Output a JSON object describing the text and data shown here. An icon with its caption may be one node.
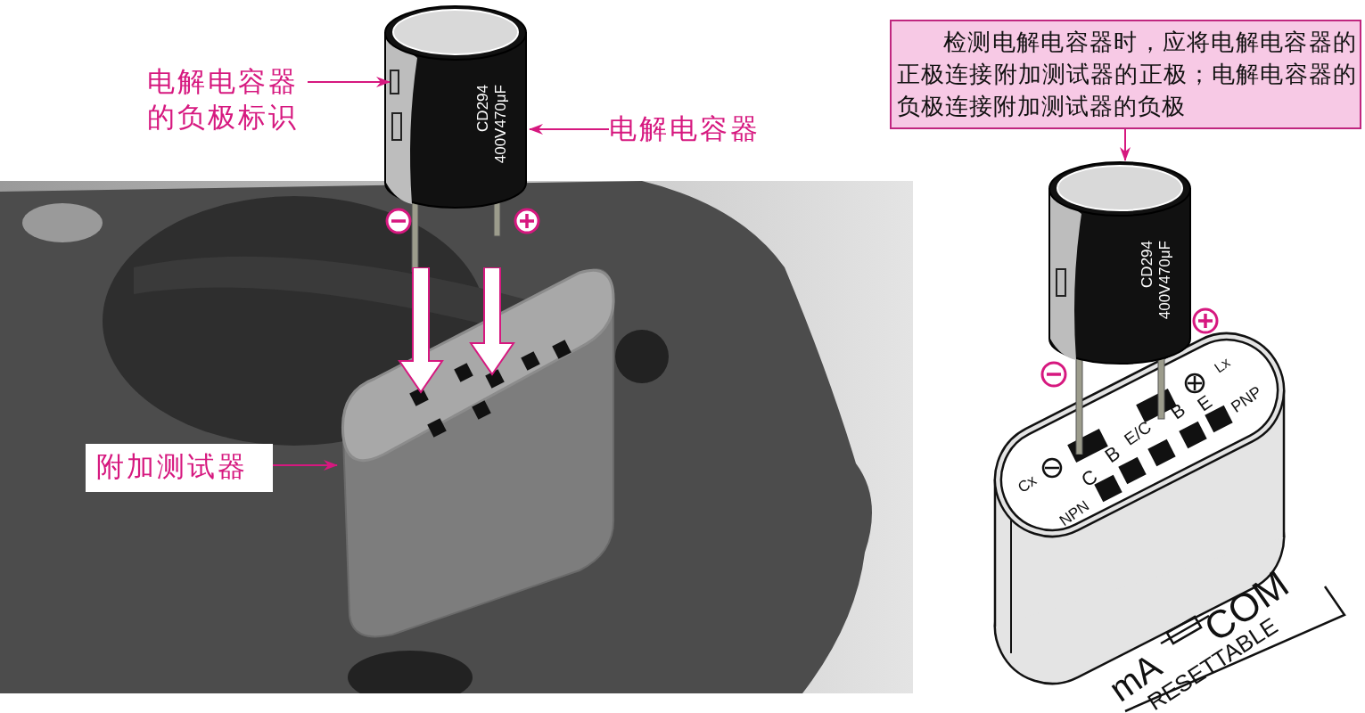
{
  "diagram": {
    "nodes": [
      {
        "text": [
          "电解电容器的负极标识"
        ]
      },
      {
        "text": [
          "CD294",
          "400V470μF"
        ]
      },
      {
        "text": [],
        "shape": "bar",
        "in": 1
      },
      {
        "text": [
          "电解电容器"
        ]
      },
      {
        "text": [],
        "shape": "picture"
      },
      {
        "text": [
          "附加测试器"
        ],
        "in": 4
      },
      {
        "text": [],
        "shape": "picture",
        "in": 4
      },
      {
        "text": [
          "检测电解电容器时，应将电解电容器的正极连接附加测试器的正极；电解电容器的负极连接附加测试器的负极"
        ]
      },
      {
        "text": [
          "CD294",
          "400V470μF"
        ]
      }
    ],
    "edges": [
      {
        "from": 0,
        "to": 2,
        "arrow": "to"
      },
      {
        "from": 3,
        "to": 1,
        "arrow": "to"
      },
      {
        "from": 5,
        "to": 6,
        "arrow": "to"
      },
      {
        "from": 7,
        "to": 8,
        "arrow": "to"
      }
    ],
    "labels": [
      "Cx",
      "C",
      "NPN",
      "B",
      "E/C",
      "B",
      "E",
      "PNP",
      "Lx",
      "mA",
      "COM",
      "RESETTABLE"
    ]
  }
}
